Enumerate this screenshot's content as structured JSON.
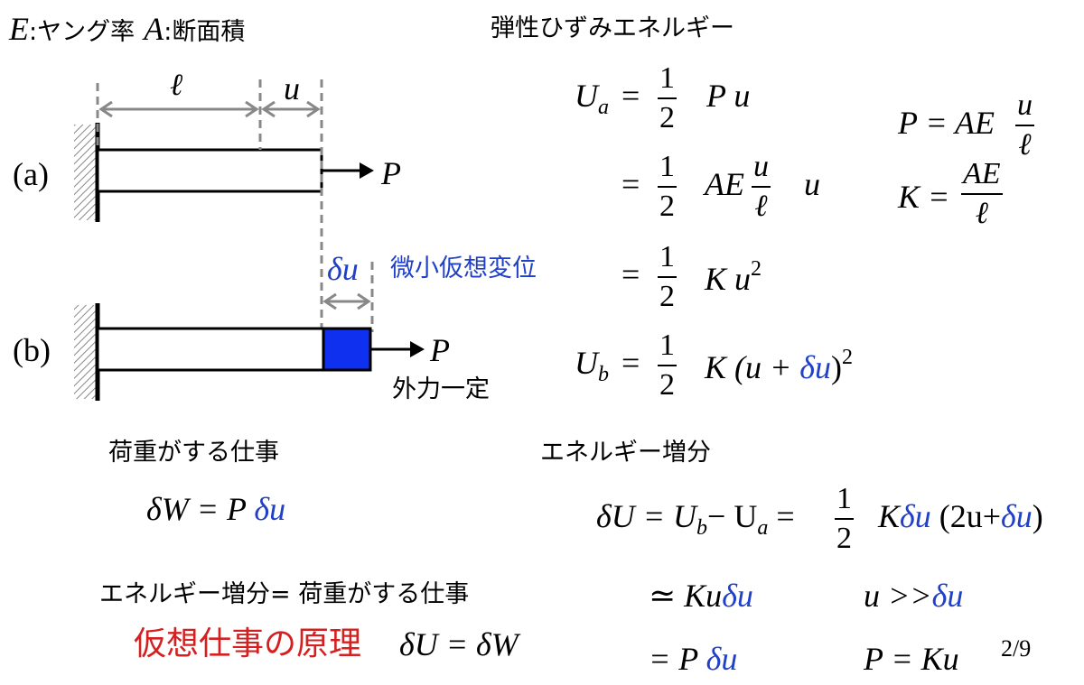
{
  "header": {
    "E_sym": "E",
    "E_label": ":ヤング率",
    "A_sym": "A",
    "A_label": ":断面積",
    "energy_title": "弾性ひずみエネルギー"
  },
  "diagram": {
    "ell": "ℓ",
    "u": "u",
    "label_a": "(a)",
    "label_b": "(b)",
    "P": "P",
    "du": "δu",
    "virtual_disp": "微小仮想変位",
    "external_const": "外力一定"
  },
  "equations": {
    "Ua_lhs": "U",
    "Ua_sub": "a",
    "eq": "=",
    "one": "1",
    "two": "2",
    "Pu": "P u",
    "AE": "AE",
    "u": "u",
    "ell": "ℓ",
    "K": "K",
    "u2": "u",
    "sq": "2",
    "Ub_lhs": "U",
    "Ub_sub": "b",
    "Ub_open": "(u +",
    "Ub_du": "δu",
    "Ub_close": ")",
    "P_def": "P = AE",
    "K_def": "K =",
    "AE2": "AE"
  },
  "work": {
    "load_work_label": "荷重がする仕事",
    "dW": "δW = P",
    "du": "δu",
    "energy_inc_label": "エネルギー増分",
    "dU": "δU = U",
    "b": "b",
    "minus": "− U",
    "a": "a",
    "eq": "=",
    "Kdu_K": "K",
    "Kdu_du": "δu",
    "paren_open": "(2u+",
    "paren_close": ")",
    "approx": "≃ Ku",
    "approx_du": "δu",
    "cond": "u >>",
    "cond_du": "δu",
    "eq_P": "= P",
    "eq_P_du": "δu",
    "PKu": "P = Ku",
    "identity_label": "エネルギー増分= 荷重がする仕事",
    "principle": "仮想仕事の原理",
    "principle_eq": "δU = δW",
    "page": "2/9"
  }
}
